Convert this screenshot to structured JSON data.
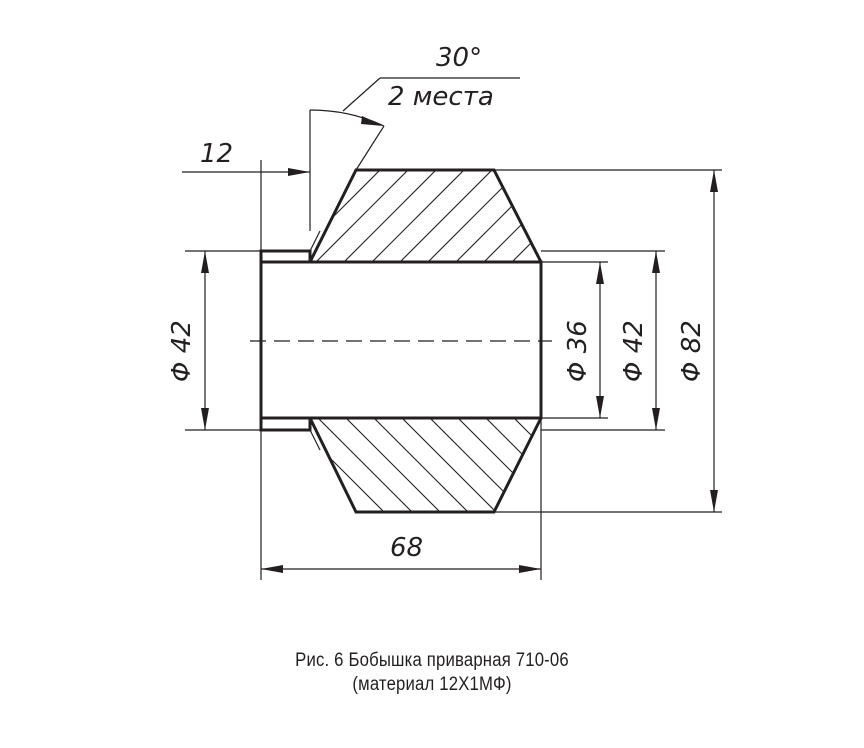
{
  "drawing": {
    "angle_label": "30°",
    "angle_note": "2 места",
    "dim_top_length": "12",
    "dim_left_diameter": "Φ 42",
    "dim_inner_diameter": "Φ 36",
    "dim_right_diameter": "Φ 42",
    "dim_outer_diameter": "Φ 82",
    "dim_overall_length": "68"
  },
  "caption": {
    "line1": "Рис. 6 Бобышка приварная 710-06",
    "line2": "(материал 12Х1МФ)"
  },
  "colors": {
    "ink": "#231f20",
    "background": "#ffffff"
  }
}
